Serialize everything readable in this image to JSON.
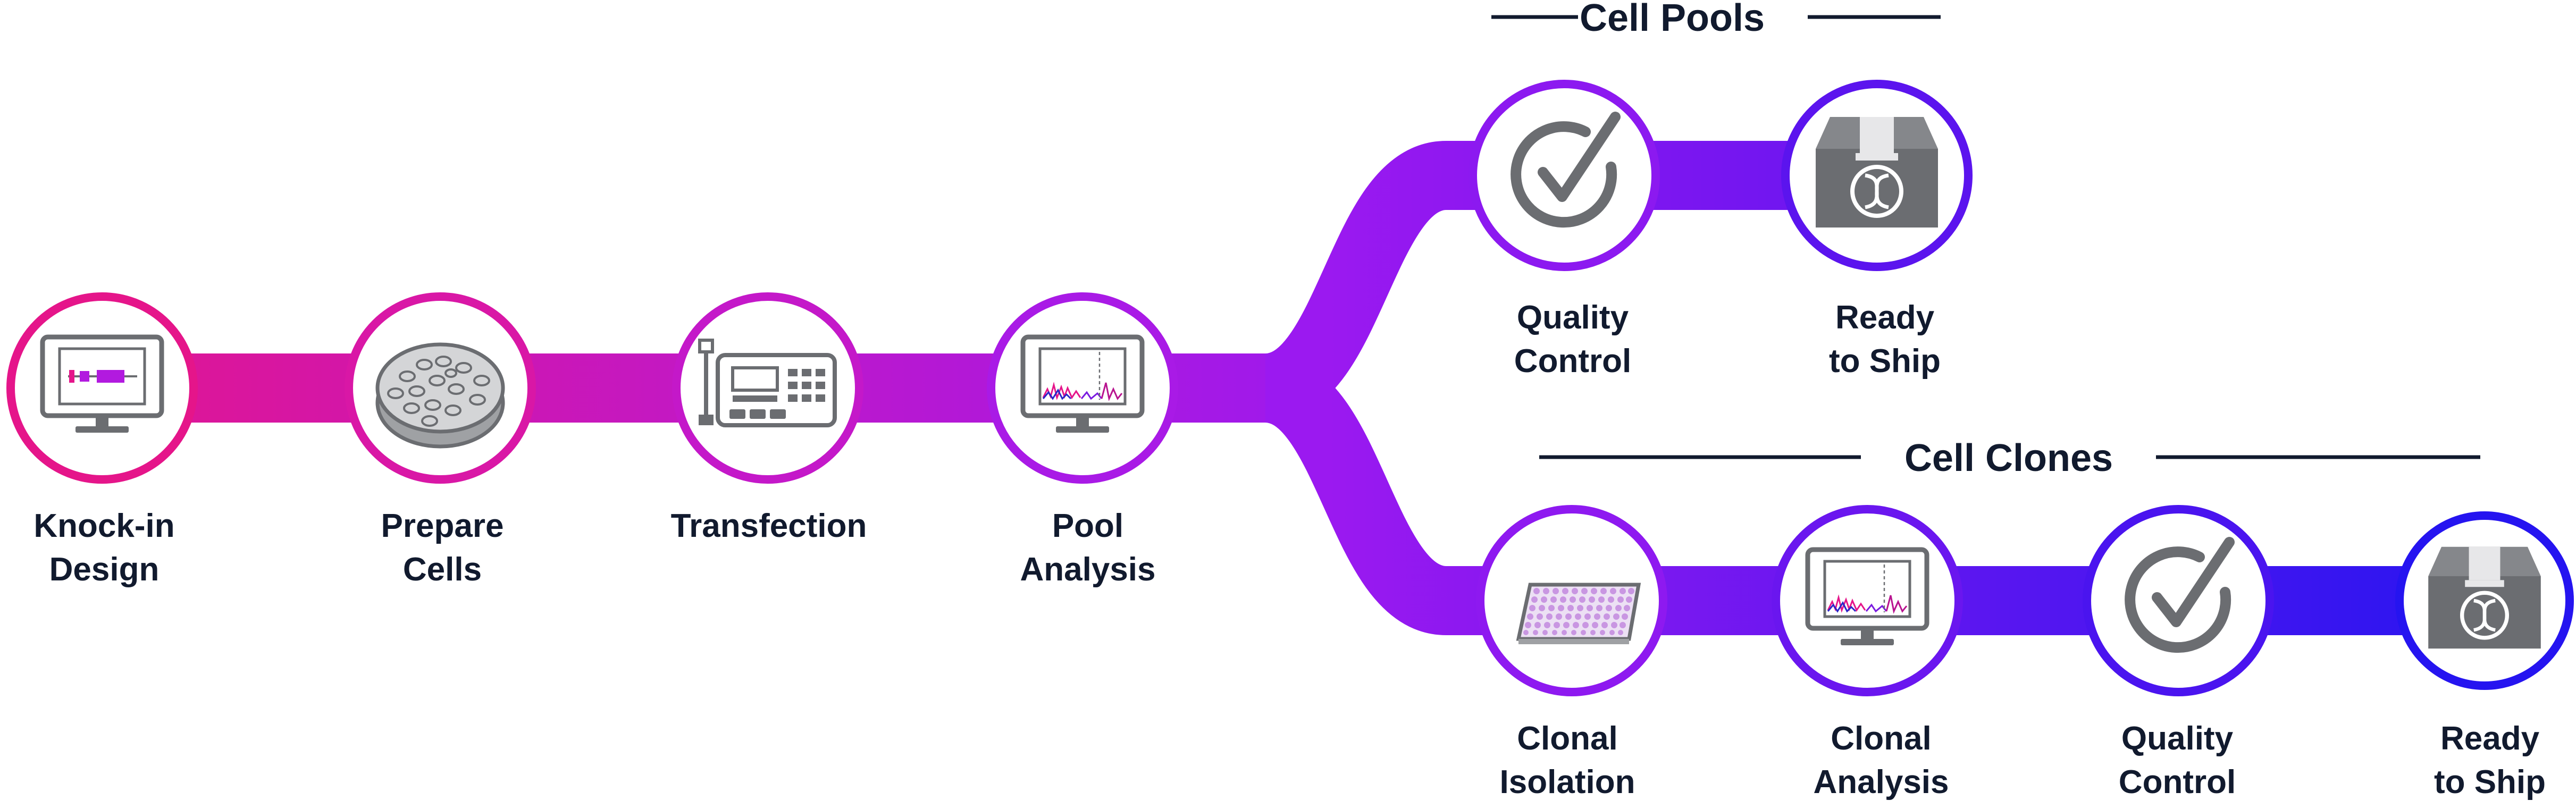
{
  "colors": {
    "start": "#e5158a",
    "mid": "#9b19f0",
    "end": "#1f14f0",
    "icon": "#6b6d71",
    "text": "#111a2e"
  },
  "groups": {
    "pools": "Cell Pools",
    "clones": "Cell Clones"
  },
  "steps": {
    "knockin": {
      "line1": "Knock-in",
      "line2": "Design",
      "icon": "monitor-design-icon"
    },
    "prepare": {
      "line1": "Prepare",
      "line2": "Cells",
      "icon": "petri-dish-icon"
    },
    "transfection": {
      "line1": "Transfection",
      "line2": "",
      "icon": "electroporator-icon"
    },
    "pool_analysis": {
      "line1": "Pool",
      "line2": "Analysis",
      "icon": "monitor-chromatogram-icon"
    },
    "pool_qc": {
      "line1": "Quality",
      "line2": "Control",
      "icon": "checkmark-icon"
    },
    "pool_ship": {
      "line1": "Ready",
      "line2": "to Ship",
      "icon": "shipping-box-icon"
    },
    "clonal_isolation": {
      "line1": "Clonal",
      "line2": "Isolation",
      "icon": "well-plate-icon"
    },
    "clonal_analysis": {
      "line1": "Clonal",
      "line2": "Analysis",
      "icon": "monitor-chromatogram-icon"
    },
    "clone_qc": {
      "line1": "Quality",
      "line2": "Control",
      "icon": "checkmark-icon"
    },
    "clone_ship": {
      "line1": "Ready",
      "line2": "to Ship",
      "icon": "shipping-box-icon"
    }
  }
}
